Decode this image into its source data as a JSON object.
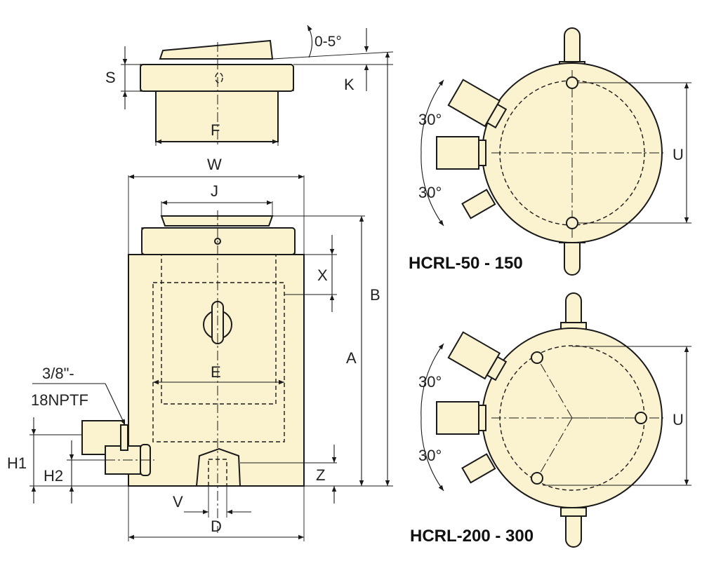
{
  "colors": {
    "body_fill": "#fbf3cf",
    "line": "#1a1a1a"
  },
  "labels": {
    "angle": "0-5°",
    "S": "S",
    "K": "K",
    "F": "F",
    "W": "W",
    "J": "J",
    "X": "X",
    "B": "B",
    "A": "A",
    "E": "E",
    "port_line1": "3/8\"-",
    "port_line2": "18NPTF",
    "H1": "H1",
    "H2": "H2",
    "Z": "Z",
    "V": "V",
    "D": "D",
    "U_top": "U",
    "U_bottom": "U",
    "deg_top_upper": "30°",
    "deg_top_lower": "30°",
    "deg_bottom_upper": "30°",
    "deg_bottom_lower": "30°"
  },
  "models": {
    "top": "HCRL-50 - 150",
    "bottom": "HCRL-200 - 300"
  }
}
